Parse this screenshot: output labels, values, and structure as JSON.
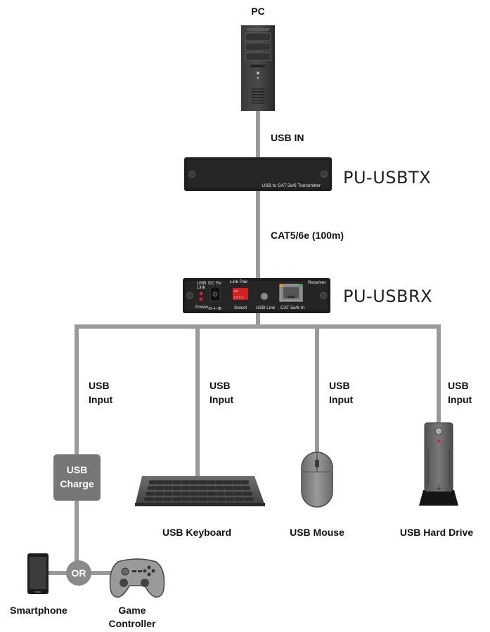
{
  "pc_label": "PC",
  "usb_in_label": "USB IN",
  "tx": {
    "model": "PU-USBTX",
    "panel_text": "USB to CAT 5e/6 Transmitter"
  },
  "cable_label": "CAT5/6e (100m)",
  "rx": {
    "model": "PU-USBRX",
    "usb_link_top": "USB",
    "usb_link_bottom": "Link",
    "dc": "DC 5V",
    "link_pair": "Link Pair",
    "power": "Power",
    "dip_on": "ON",
    "dip_nums": "1 2 3 4",
    "select": "Select",
    "usb_link": "USB Link",
    "cat_in": "CAT 5e/6 In",
    "receiver": "Receiver"
  },
  "usb_input": {
    "line1": "USB",
    "line2": "Input"
  },
  "charge_box": {
    "line1": "USB",
    "line2": "Charge"
  },
  "or_label": "OR",
  "devices": {
    "keyboard": "USB Keyboard",
    "mouse": "USB Mouse",
    "hard_drive": "USB Hard Drive",
    "smartphone": "Smartphone",
    "game_controller_line1": "Game",
    "game_controller_line2": "Controller"
  },
  "colors": {
    "cable": "#9a9a9a",
    "device_dark": "#2b2b2b",
    "led_red": "#d62020"
  }
}
